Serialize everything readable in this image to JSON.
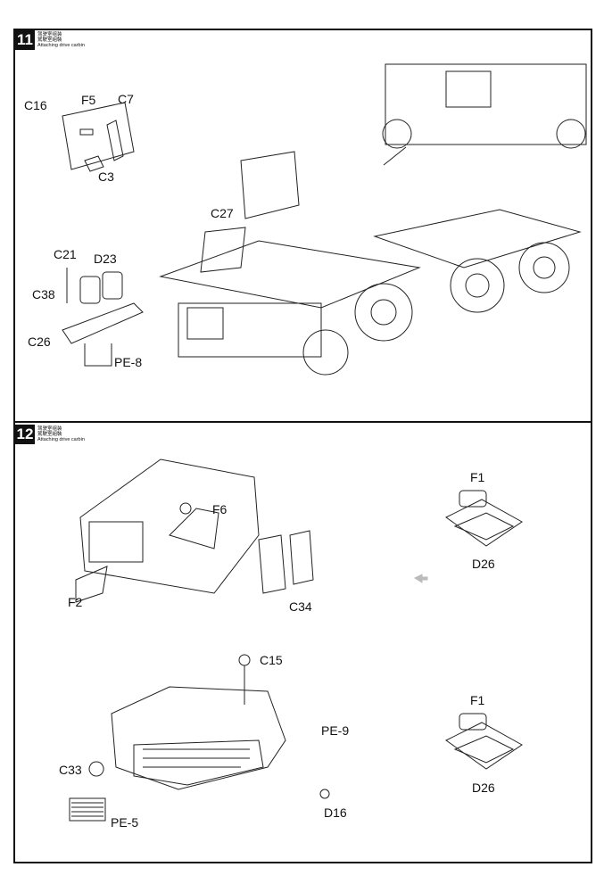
{
  "steps": [
    {
      "number": "11",
      "title_cn": "驾驶室组装",
      "title_tw": "駕駛室組裝",
      "title_en": "Attaching drive carbin"
    },
    {
      "number": "12",
      "title_cn": "驾驶室组装",
      "title_tw": "駕駛室組裝",
      "title_en": "Attaching drive carbin"
    }
  ],
  "step11_labels": [
    "C16",
    "F5",
    "C7",
    "C3",
    "C27",
    "C21",
    "D23",
    "C38",
    "C26",
    "PE-8"
  ],
  "step12_labels": [
    "F6",
    "F2",
    "C34",
    "F1",
    "D26",
    "C15",
    "PE-9",
    "C33",
    "PE-5",
    "D16",
    "F1",
    "D26"
  ]
}
